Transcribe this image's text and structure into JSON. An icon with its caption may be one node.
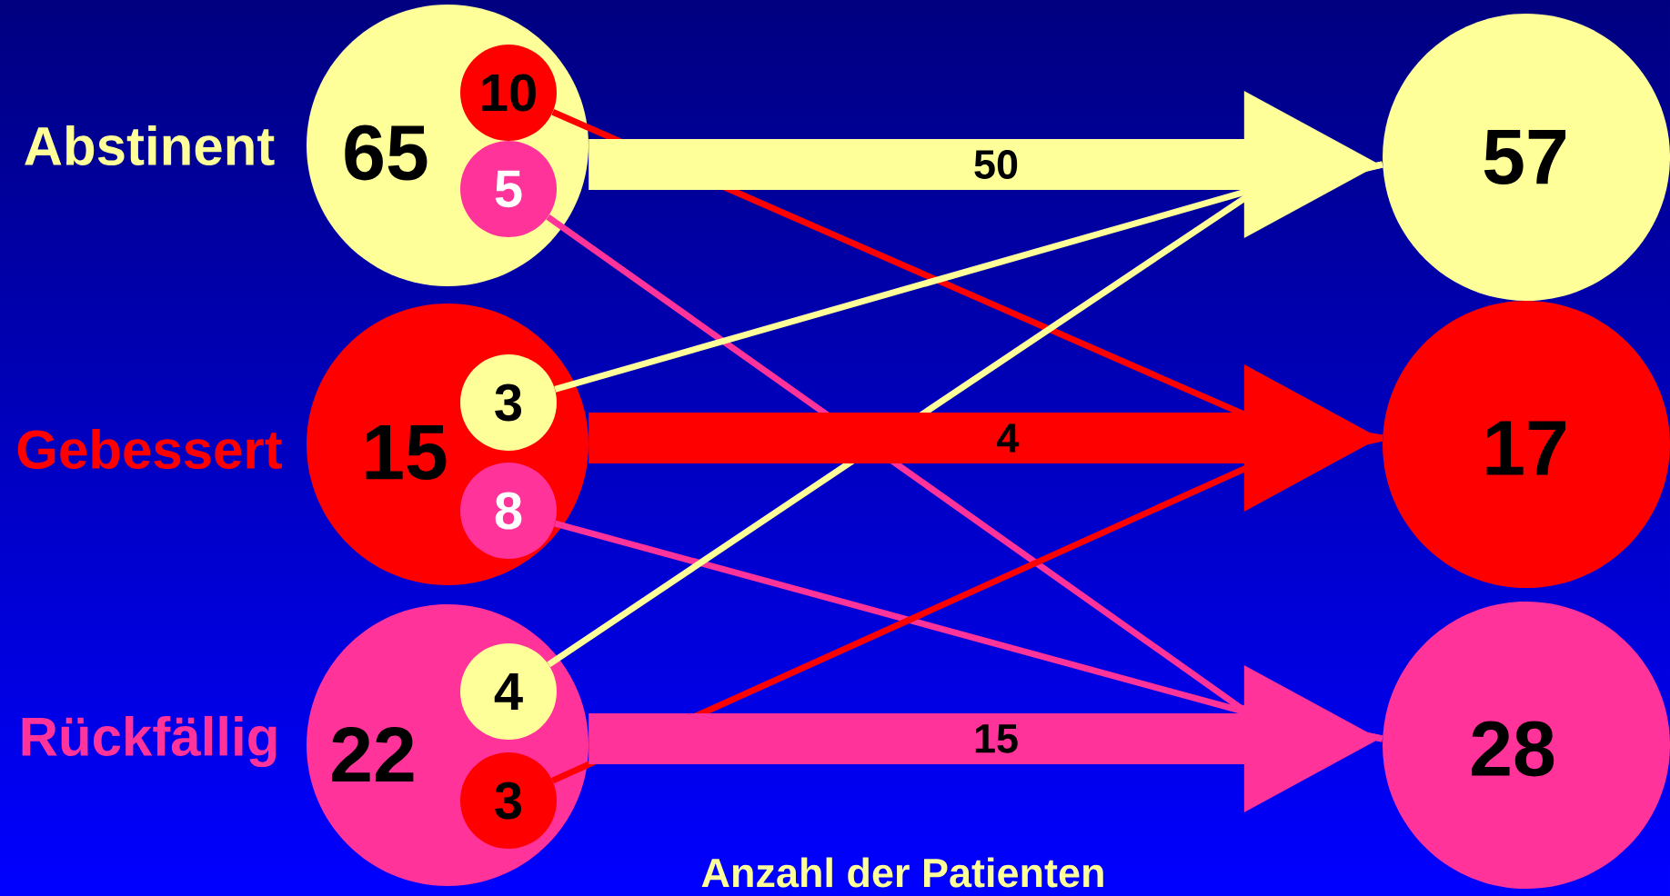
{
  "diagram": {
    "caption": "Anzahl der Patienten",
    "nodes": [
      {
        "text": [
          "Abstinent",
          "65"
        ]
      },
      {
        "text": [
          "10"
        ],
        "in": 0
      },
      {
        "text": [
          "5"
        ],
        "in": 0
      },
      {
        "text": [
          "Gebessert",
          "15"
        ]
      },
      {
        "text": [
          "3"
        ],
        "in": 3
      },
      {
        "text": [
          "8"
        ],
        "in": 3
      },
      {
        "text": [
          "Rückfällig",
          "22"
        ]
      },
      {
        "text": [
          "4"
        ],
        "in": 6
      },
      {
        "text": [
          "3"
        ],
        "in": 6
      },
      {
        "text": [
          "57"
        ]
      },
      {
        "text": [
          "17"
        ]
      },
      {
        "text": [
          "28"
        ]
      }
    ],
    "edges": [
      {
        "from": 1,
        "to": 10,
        "arrow": "none",
        "color": "#ff0000"
      },
      {
        "from": 2,
        "to": 11,
        "arrow": "none",
        "color": "#ff3399"
      },
      {
        "from": 4,
        "to": 9,
        "arrow": "none",
        "color": "#ffff99"
      },
      {
        "from": 5,
        "to": 11,
        "arrow": "none",
        "color": "#ff3399"
      },
      {
        "from": 7,
        "to": 9,
        "arrow": "none",
        "color": "#ffff99"
      },
      {
        "from": 8,
        "to": 10,
        "arrow": "none",
        "color": "#ff0000"
      },
      {
        "from": 0,
        "to": 9,
        "arrow": "to",
        "label": "50",
        "style": "thick",
        "color": "#ffff99"
      },
      {
        "from": 3,
        "to": 10,
        "arrow": "to",
        "label": "4",
        "style": "thick",
        "color": "#ff0000"
      },
      {
        "from": 6,
        "to": 11,
        "arrow": "to",
        "label": "15",
        "style": "thick",
        "color": "#ff3399"
      }
    ]
  }
}
